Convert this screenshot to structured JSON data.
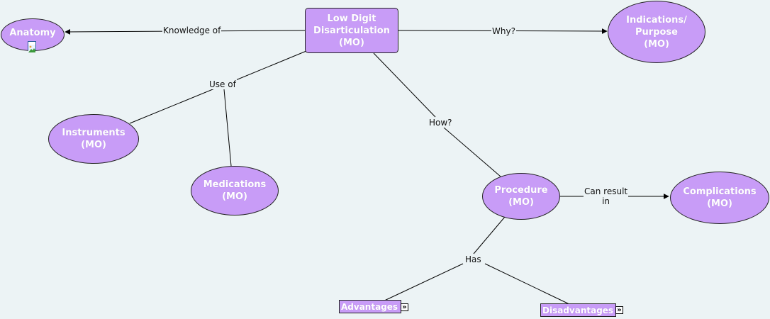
{
  "nodes": {
    "center": "Low Digit\nDisarticulation\n(MO)",
    "anatomy": "Anatomy",
    "indications": "Indications/\nPurpose\n(MO)",
    "instruments": "Instruments\n(MO)",
    "medications": "Medications\n(MO)",
    "procedure": "Procedure\n(MO)",
    "complications": "Complications\n(MO)",
    "advantages": "Advantages",
    "disadvantages": "Disadvantages"
  },
  "links": {
    "knowledge_of": "Knowledge of",
    "why": "Why?",
    "use_of": "Use of",
    "how": "How?",
    "can_result_in": "Can result\nin",
    "has": "Has"
  },
  "icons": {
    "expand": "double-chevron-right-icon",
    "image": "image-icon"
  },
  "colors": {
    "node_fill": "#c89cf7",
    "background": "#ecf3f5"
  }
}
